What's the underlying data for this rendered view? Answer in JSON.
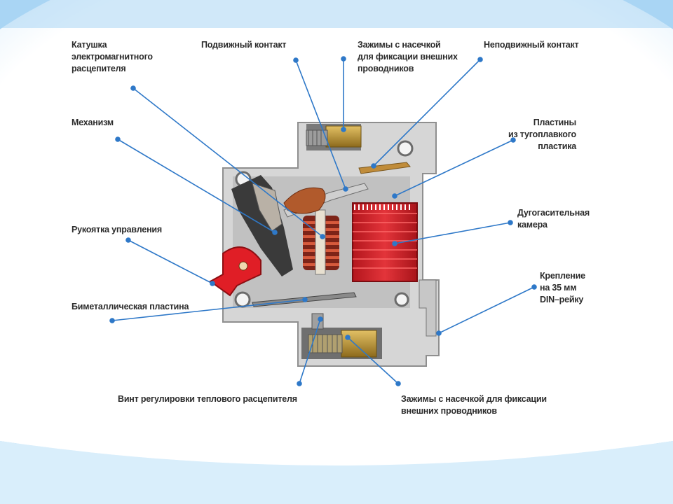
{
  "colors": {
    "frame": "#a9d6f4",
    "frame_light": "#d9eefb",
    "leader": "#2e78c8",
    "housing": "#d6d6d6",
    "housing_edge": "#8f8f8f",
    "arc_chute": "#d8232a",
    "coil": "#b33b2b",
    "handle": "#e01e26",
    "brass": "#b8922e",
    "text": "#2b2b2b"
  },
  "labels": {
    "coil": "Катушка\nэлектромагнитного\nрасцепителя",
    "moving_contact": "Подвижный контакт",
    "clamps_top": "Зажимы с насечкой\nдля фиксации внешних\nпроводников",
    "fixed_contact": "Неподвижный контакт",
    "mechanism": "Механизм",
    "plates": "Пластины\nиз тугоплавкого\nпластика",
    "handle": "Рукоятка управления",
    "arc_chamber": "Дугогасительная\nкамера",
    "din_mount": "Крепление\nна 35 мм\nDIN–рейку",
    "bimetal": "Биметаллическая пластина",
    "adjust_screw": "Винт регулировки теплового расцепителя",
    "clamps_bottom": "Зажимы с насечкой для фиксации\nвнешних проводников"
  }
}
